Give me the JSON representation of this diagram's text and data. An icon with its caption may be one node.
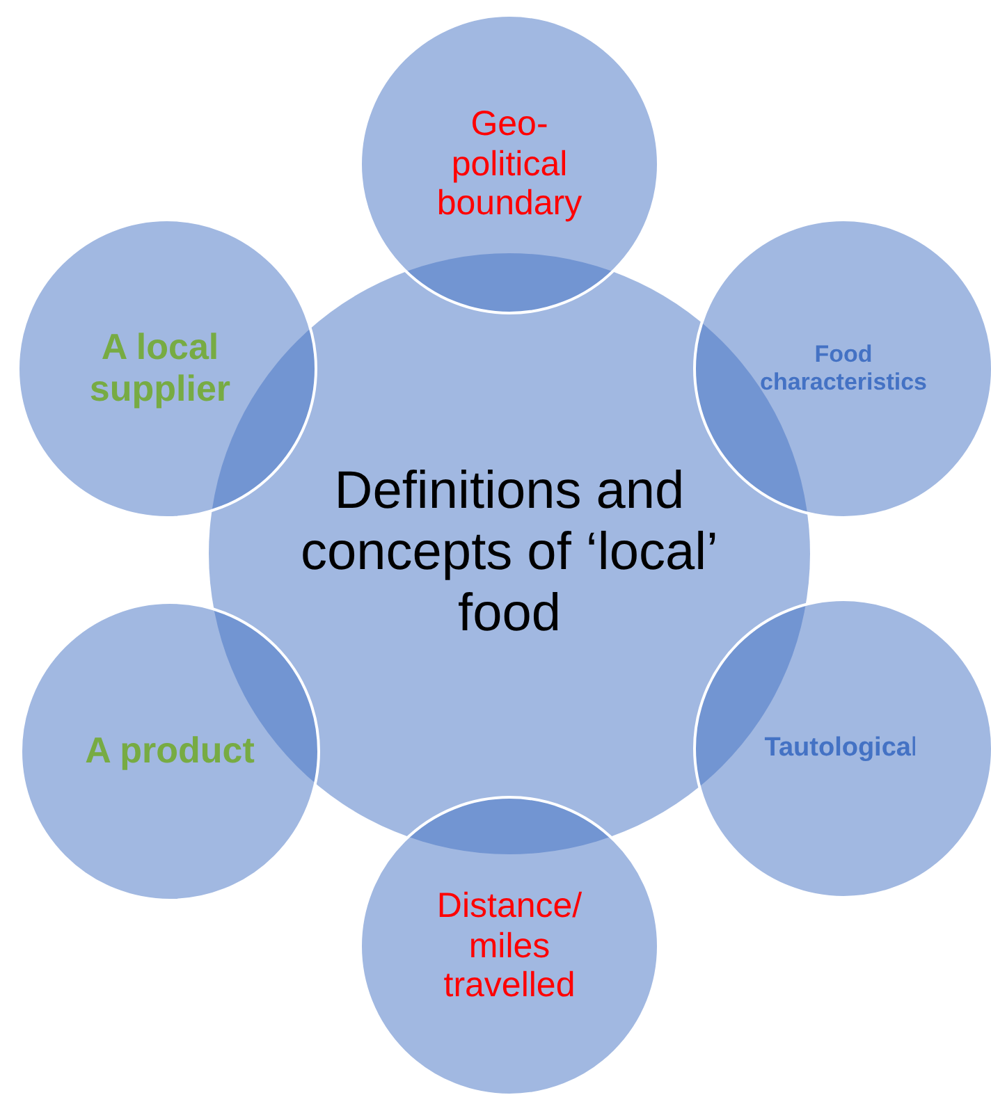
{
  "diagram": {
    "nodes": [
      {
        "text": [
          "Definitions and concepts of ‘local’ food"
        ]
      },
      {
        "text": [
          "Geo-political boundary"
        ]
      },
      {
        "text": [
          "Food characteristics"
        ]
      },
      {
        "text": [
          "**Tautologica**l"
        ]
      },
      {
        "text": [
          "Distance/ miles travelled"
        ]
      },
      {
        "text": [
          "A product"
        ]
      },
      {
        "text": [
          "A local supplier"
        ]
      }
    ]
  }
}
